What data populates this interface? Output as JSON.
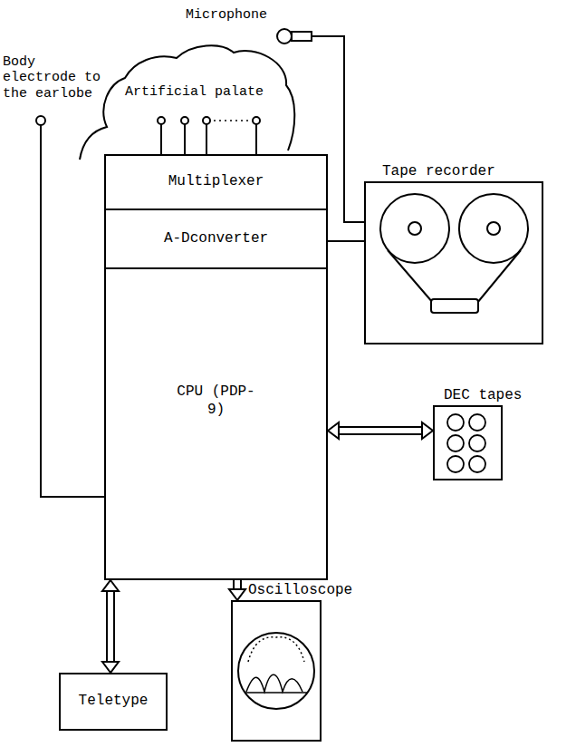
{
  "diagram": {
    "nodes": [
      {
        "text": [
          "Multiplexer"
        ]
      },
      {
        "text": [
          "A-Dconverter"
        ]
      },
      {
        "text": [
          "CPU (PDP-9)"
        ]
      },
      {
        "text": [
          "Tape recorder"
        ]
      },
      {
        "text": [
          "DEC tapes"
        ]
      },
      {
        "text": [
          "Teletype"
        ]
      },
      {
        "text": [
          "Oscilloscope"
        ]
      }
    ],
    "edges": [
      {
        "from": 2,
        "to": 4,
        "arrow": "both"
      },
      {
        "from": 2,
        "to": 5,
        "arrow": "both"
      },
      {
        "from": 2,
        "to": 6,
        "arrow": "to"
      },
      {
        "from": 1,
        "to": 3,
        "arrow": "none"
      }
    ],
    "labels": [
      "Microphone",
      "Body electrode to the earlobe",
      "Artificial palate"
    ]
  }
}
